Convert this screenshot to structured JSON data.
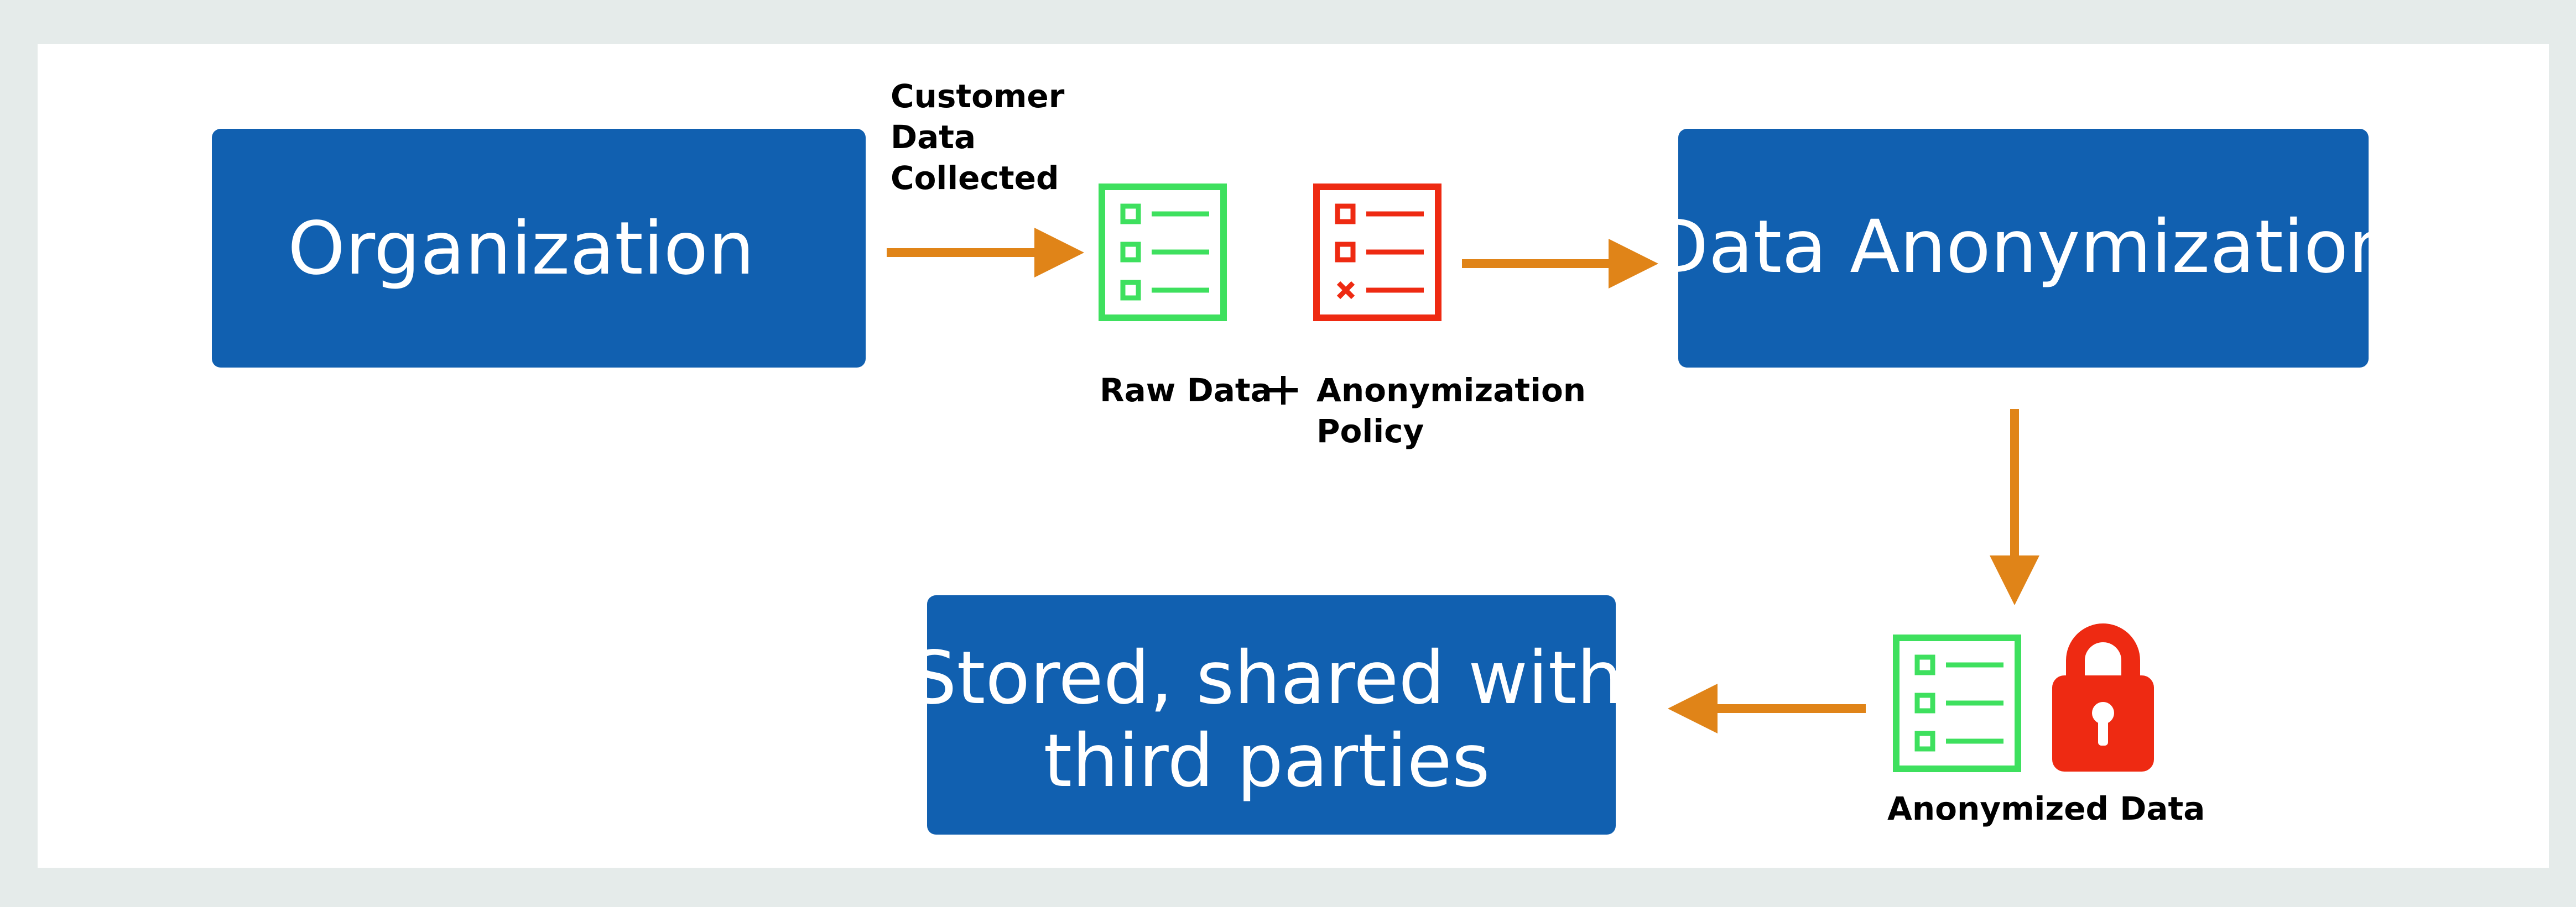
{
  "nodes": {
    "organization": "Organization",
    "data_anonymization": "Data Anonymization",
    "stored_line1": "Stored, shared with",
    "stored_line2": "third parties"
  },
  "labels": {
    "customer_data_line1": "Customer",
    "customer_data_line2": "Data",
    "customer_data_line3": "Collected",
    "raw_data": "Raw Data",
    "anonymization_policy_line1": "Anonymization",
    "anonymization_policy_line2": "Policy",
    "anonymized_data": "Anonymized Data"
  },
  "icons": {
    "raw_data": "checklist-document-icon",
    "policy": "checklist-with-x-document-icon",
    "anonymized_data": "checklist-document-icon",
    "lock": "padlock-icon",
    "plus": "plus-icon"
  },
  "colors": {
    "background": "#e5ebea",
    "panel": "#ffffff",
    "box": "#1160b0",
    "arrow": "#e08418",
    "raw_data_icon": "#3ee05e",
    "policy_icon": "#ee2a12",
    "lock": "#ee2a12"
  }
}
